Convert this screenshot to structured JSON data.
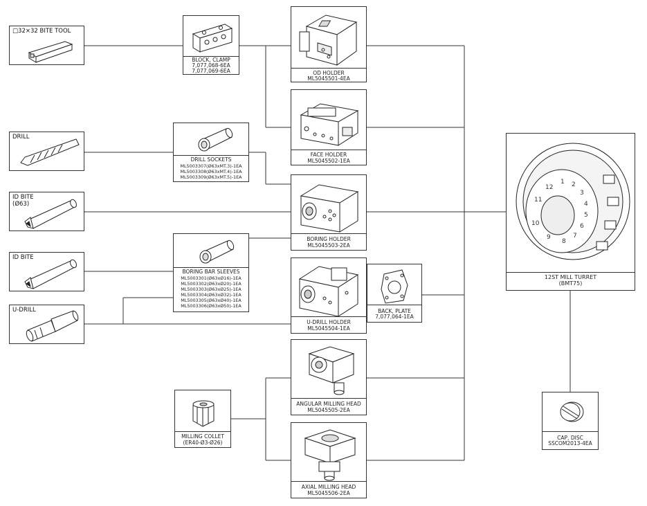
{
  "tools": {
    "bite_tool": "□32×32 BITE TOOL",
    "drill": "DRILL",
    "id_bite_63": [
      "ID BITE",
      "(Ø63)"
    ],
    "id_bite": "ID BITE",
    "u_drill": "U-DRILL"
  },
  "block_clamp": {
    "name": "BLOCK, CLAMP",
    "codes": [
      "7,077,068-6EA",
      "7,077,069-6EA"
    ]
  },
  "drill_sockets": {
    "name": "DRILL SOCKETS",
    "codes": [
      "ML5003307(Ø63xMT.3)-1EA",
      "ML5003308(Ø63xMT.4)-1EA",
      "ML5003309(Ø63xMT.5)-1EA"
    ]
  },
  "boring_bar_sleeves": {
    "name": "BORING BAR SLEEVES",
    "codes": [
      "ML5003301(Ø63xØ16)-1EA",
      "ML5003302(Ø63xØ20)-1EA",
      "ML5003303(Ø63xØ25)-1EA",
      "ML5003304(Ø63xØ32)-1EA",
      "ML5003305(Ø63xØ40)-1EA",
      "ML5003306(Ø63xØ50)-1EA"
    ]
  },
  "milling_collet": {
    "name": "MILLING COLLET",
    "code": "(ER40-Ø3-Ø26)"
  },
  "holders": [
    {
      "name": "OD HOLDER",
      "code": "ML5045501-4EA"
    },
    {
      "name": "FACE HOLDER",
      "code": "ML5045502-1EA"
    },
    {
      "name": "BORING HOLDER",
      "code": "ML5045503-2EA"
    },
    {
      "name": "U-DRILL HOLDER",
      "code": "ML5045504-1EA"
    },
    {
      "name": "ANGULAR MILLING HEAD",
      "code": "ML5045505-2EA"
    },
    {
      "name": "AXIAL MILLING HEAD",
      "code": "ML5045506-2EA"
    }
  ],
  "back_plate": {
    "name": "BACK, PLATE",
    "code": "7,077,064-1EA"
  },
  "turret": {
    "name": "12ST MILL TURRET",
    "code": "(BMT75)",
    "numbers": [
      "1",
      "2",
      "3",
      "4",
      "5",
      "6",
      "7",
      "8",
      "9",
      "10",
      "11",
      "12"
    ]
  },
  "cap_disc": {
    "name": "CAP, DISC",
    "code": "SSCOM2013-4EA"
  }
}
